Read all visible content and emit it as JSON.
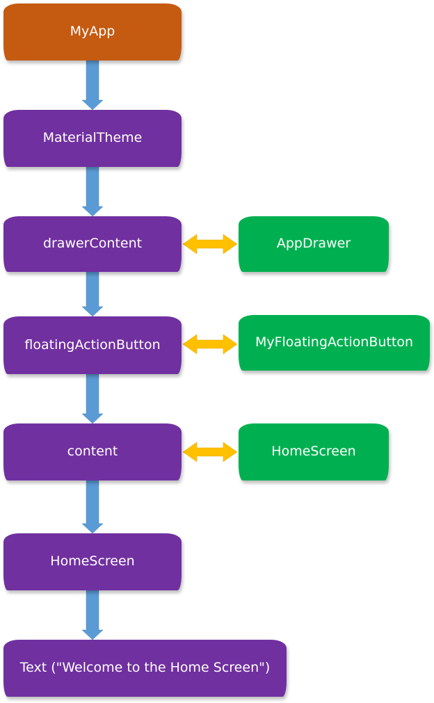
{
  "diagram": {
    "colors": {
      "root": "#c55a11",
      "component": "#7030a0",
      "target": "#00b050",
      "flow_arrow": "#5b9bd5",
      "link_arrow": "#ffc000"
    },
    "nodes": [
      {
        "id": "myapp",
        "label": "MyApp",
        "kind": "root"
      },
      {
        "id": "materialtheme",
        "label": "MaterialTheme",
        "kind": "component"
      },
      {
        "id": "drawercontent",
        "label": "drawerContent",
        "kind": "component"
      },
      {
        "id": "floatingactionbutton",
        "label": "floatingActionButton",
        "kind": "component"
      },
      {
        "id": "content",
        "label": "content",
        "kind": "component"
      },
      {
        "id": "homescreen",
        "label": "HomeScreen",
        "kind": "component"
      },
      {
        "id": "text",
        "label": "Text (\"Welcome to the Home Screen\")",
        "kind": "component"
      },
      {
        "id": "appdrawer",
        "label": "AppDrawer",
        "kind": "target"
      },
      {
        "id": "myfab",
        "label": "MyFloatingActionButton",
        "kind": "target"
      },
      {
        "id": "homescreen-target",
        "label": "HomeScreen",
        "kind": "target"
      }
    ],
    "edges": [
      {
        "from": "myapp",
        "to": "materialtheme",
        "kind": "flow"
      },
      {
        "from": "materialtheme",
        "to": "drawercontent",
        "kind": "flow"
      },
      {
        "from": "drawercontent",
        "to": "floatingactionbutton",
        "kind": "flow"
      },
      {
        "from": "floatingactionbutton",
        "to": "content",
        "kind": "flow"
      },
      {
        "from": "content",
        "to": "homescreen",
        "kind": "flow"
      },
      {
        "from": "homescreen",
        "to": "text",
        "kind": "flow"
      },
      {
        "from": "drawercontent",
        "to": "appdrawer",
        "kind": "bidirectional"
      },
      {
        "from": "floatingactionbutton",
        "to": "myfab",
        "kind": "bidirectional"
      },
      {
        "from": "content",
        "to": "homescreen-target",
        "kind": "bidirectional"
      }
    ]
  }
}
